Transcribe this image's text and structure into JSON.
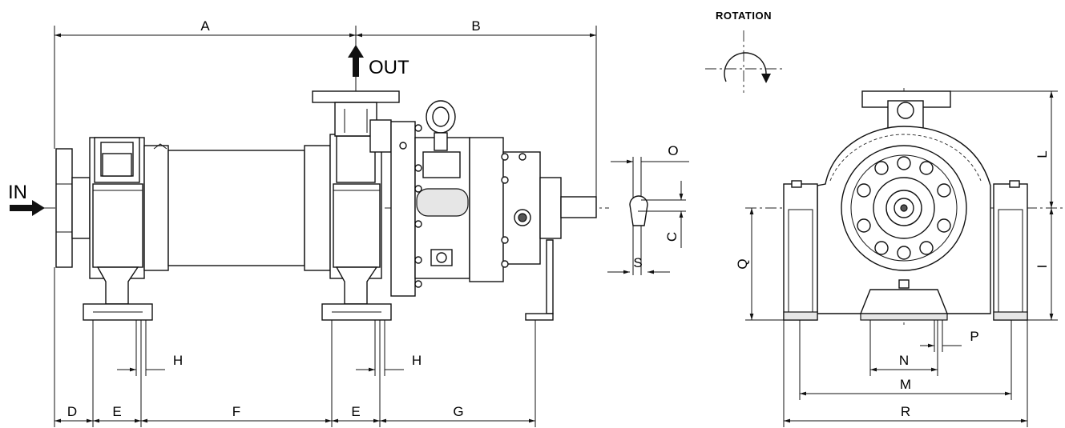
{
  "labels": {
    "in": "IN",
    "out": "OUT",
    "rotation": "ROTATION"
  },
  "dimensions": {
    "A": "A",
    "B": "B",
    "C": "C",
    "D": "D",
    "E": "E",
    "F": "F",
    "G": "G",
    "H": "H",
    "I": "I",
    "L": "L",
    "M": "M",
    "N": "N",
    "O": "O",
    "P": "P",
    "Q": "Q",
    "R": "R",
    "S": "S"
  }
}
